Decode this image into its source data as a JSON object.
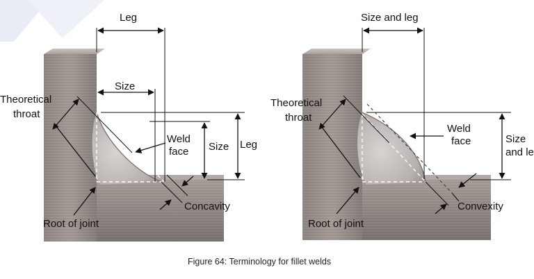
{
  "figure": {
    "caption": "Figure 64: Terminology for fillet welds"
  },
  "concave_weld": {
    "leg_top": "Leg",
    "size": "Size",
    "theoretical_throat_line1": "Theoretical",
    "theoretical_throat_line2": "throat",
    "weld_face_line1": "Weld",
    "weld_face_line2": "face",
    "size_vertical": "Size",
    "leg_vertical": "Leg",
    "concavity": "Concavity",
    "root_of_joint": "Root of joint"
  },
  "convex_weld": {
    "size_and_leg_top": "Size and leg",
    "theoretical_throat_line1": "Theoretical",
    "theoretical_throat_line2": "throat",
    "weld_face_line1": "Weld",
    "weld_face_line2": "face",
    "size_and_leg_side_line1": "Size",
    "size_and_leg_side_line2": "and le",
    "convexity": "Convexity",
    "root_of_joint": "Root of joint"
  },
  "colors": {
    "metal_light": "#9a918c",
    "metal_dark": "#6e6663",
    "weld_bead": "#c4bfbc",
    "watermark": "#e9edf5"
  }
}
